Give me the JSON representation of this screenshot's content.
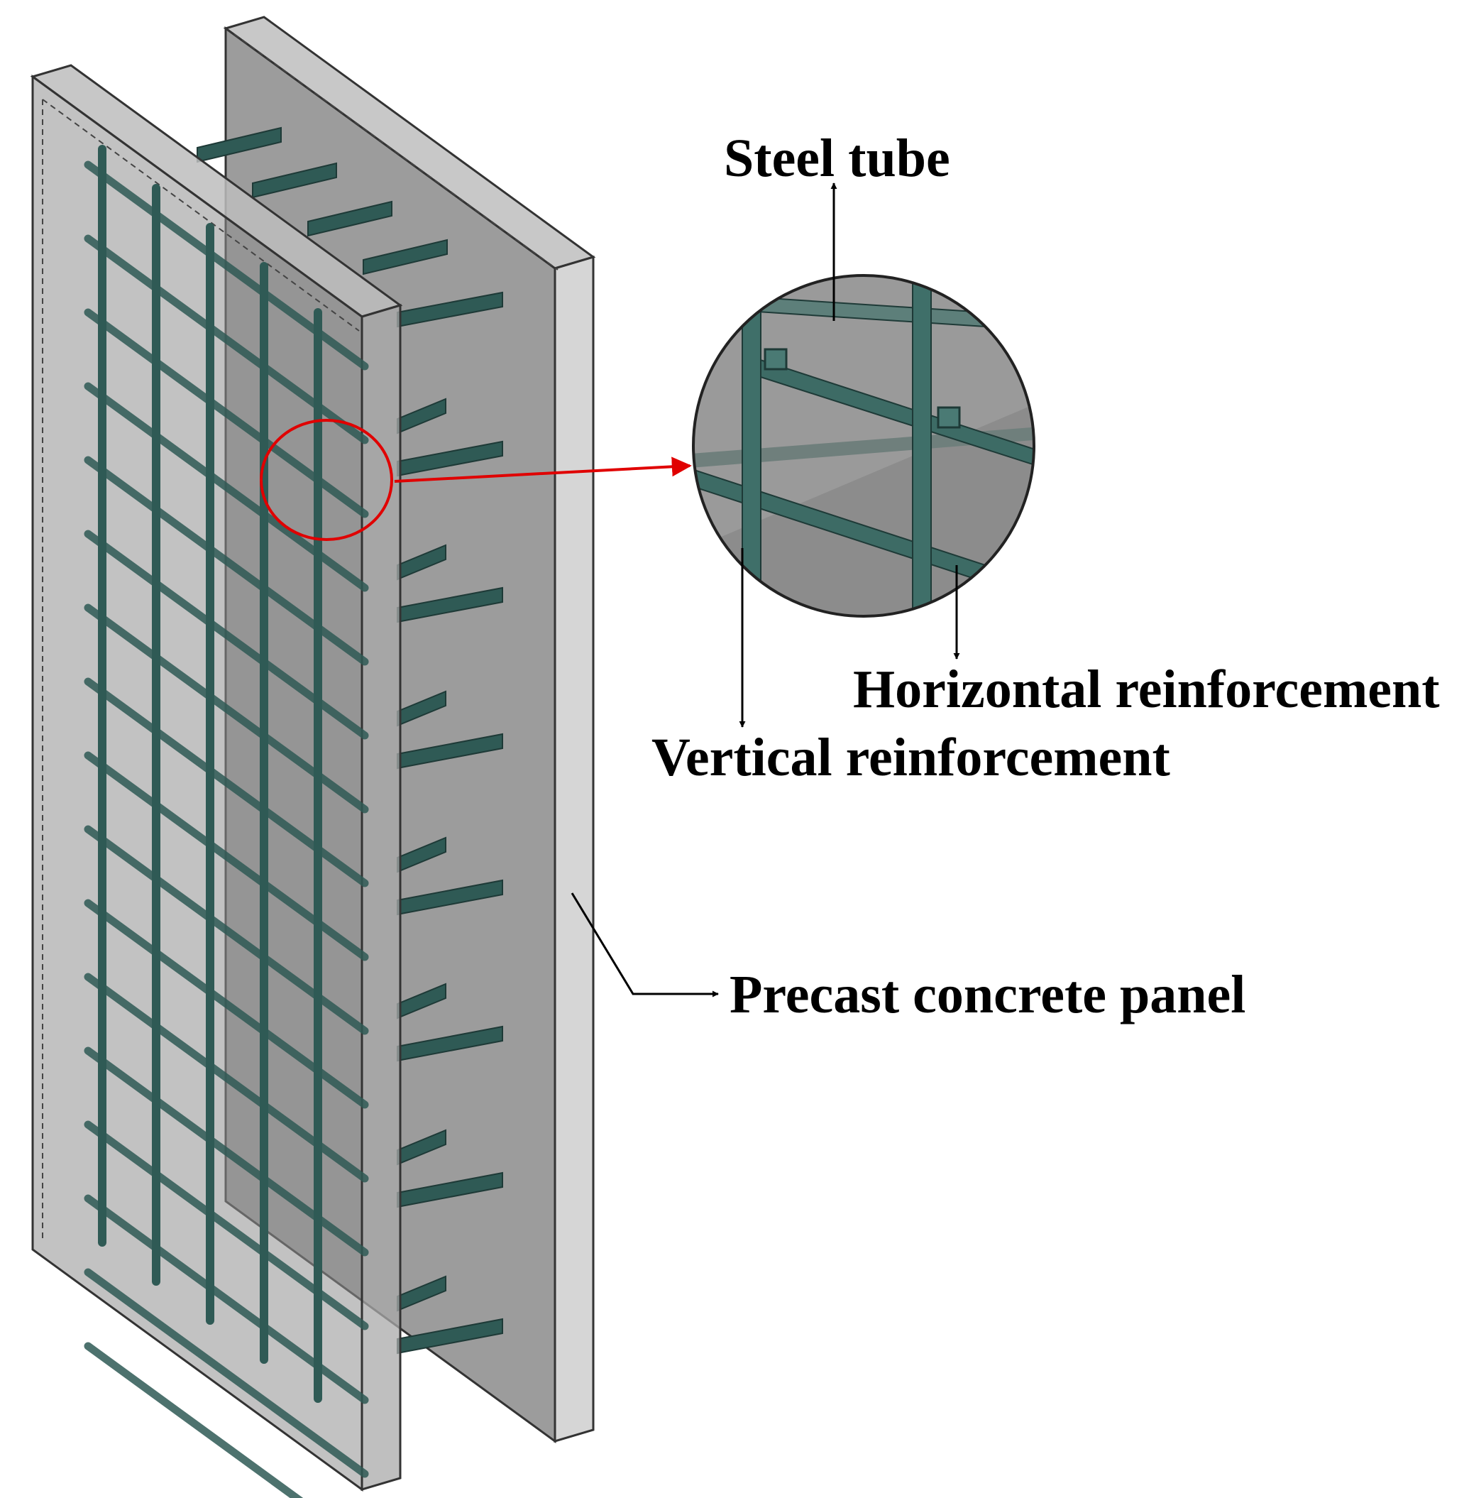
{
  "labels": {
    "steel_tube": "Steel tube",
    "horizontal_reinforcement": "Horizontal reinforcement",
    "vertical_reinforcement": "Vertical reinforcement",
    "precast_concrete_panel": "Precast concrete panel"
  },
  "colors": {
    "background": "#ffffff",
    "panel_face": "#999999",
    "panel_edge": "#d4d4d4",
    "panel_outline": "#3a3a3a",
    "rebar": "#2f5a55",
    "rebar_shadow": "#1e3a37",
    "highlight_circle": "#e00000",
    "arrow": "#000000"
  },
  "icons": {
    "leader_arrow": "arrow-head-icon",
    "highlight_marker": "red-circle-icon"
  }
}
